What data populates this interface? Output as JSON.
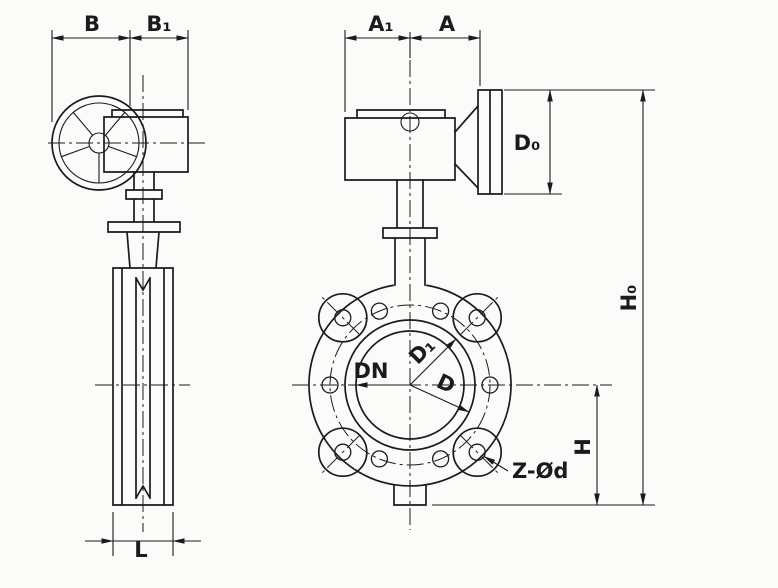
{
  "labels": {
    "b": "B",
    "b1": "B₁",
    "a1": "A₁",
    "a": "A",
    "d0": "D₀",
    "h0": "H₀",
    "h": "H",
    "dn": "DN",
    "d1": "D₁",
    "d": "D",
    "z_od": "Z-Ød",
    "l": "L"
  },
  "colors": {
    "ink": "#1b1b1b",
    "paper": "#fbfbf9"
  }
}
